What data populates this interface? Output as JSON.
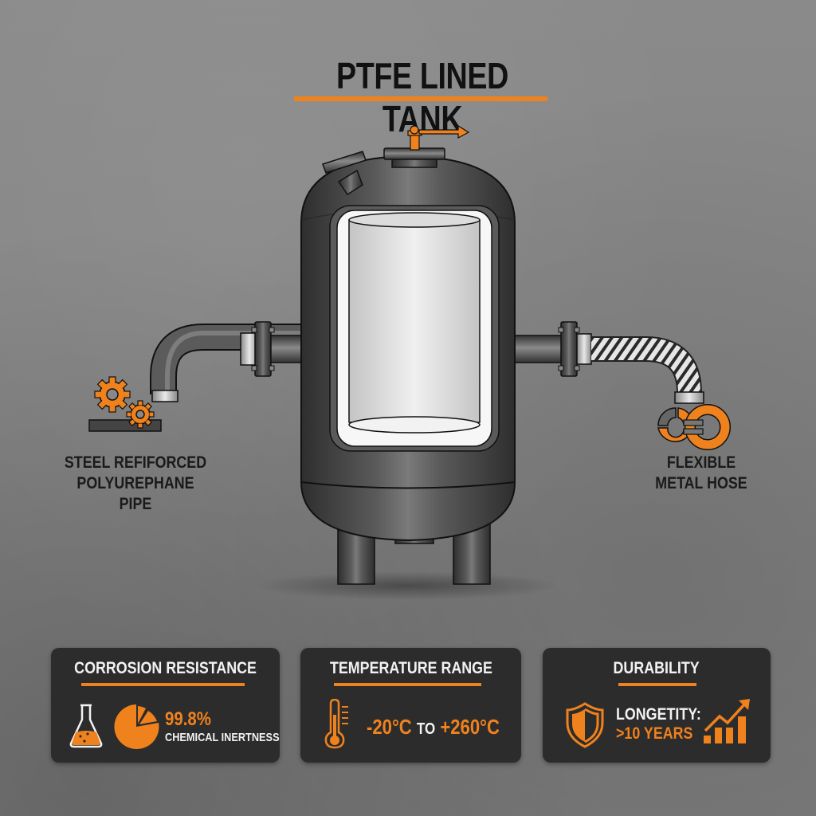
{
  "title": "PTFE LINED TANK",
  "colors": {
    "accent": "#f0821e",
    "card_background": "#2c2c2c",
    "tank_body": "#4a4a4a",
    "liner": "#f2f2f2",
    "background": "#858585"
  },
  "diagram": {
    "tank": {
      "name": "PTFE lined tank",
      "top_outlet_arrow": "right-arrow"
    },
    "left_connection": {
      "label_line1": "STEEL REFIFORCED",
      "label_line2": "POLYUREPHANE PIPE",
      "icon": "gears-icon"
    },
    "right_connection": {
      "label_line1": "FLEXIBLE",
      "label_line2": "METAL HOSE",
      "icon": "chain-link-icon"
    }
  },
  "cards": [
    {
      "title": "CORROSION RESISTANCE",
      "icons": [
        "flask-icon",
        "pie-chart-icon"
      ],
      "value": "99.8%",
      "caption": "CHEMICAL INERTNESS"
    },
    {
      "title": "TEMPERATURE RANGE",
      "icons": [
        "thermometer-icon"
      ],
      "min": "-20°C",
      "connector": "TO",
      "max": "+260°C"
    },
    {
      "title": "DURABILITY",
      "icons": [
        "shield-icon",
        "growth-chart-icon"
      ],
      "label": "LONGETITY:",
      "value": ">10 YEARS"
    }
  ]
}
